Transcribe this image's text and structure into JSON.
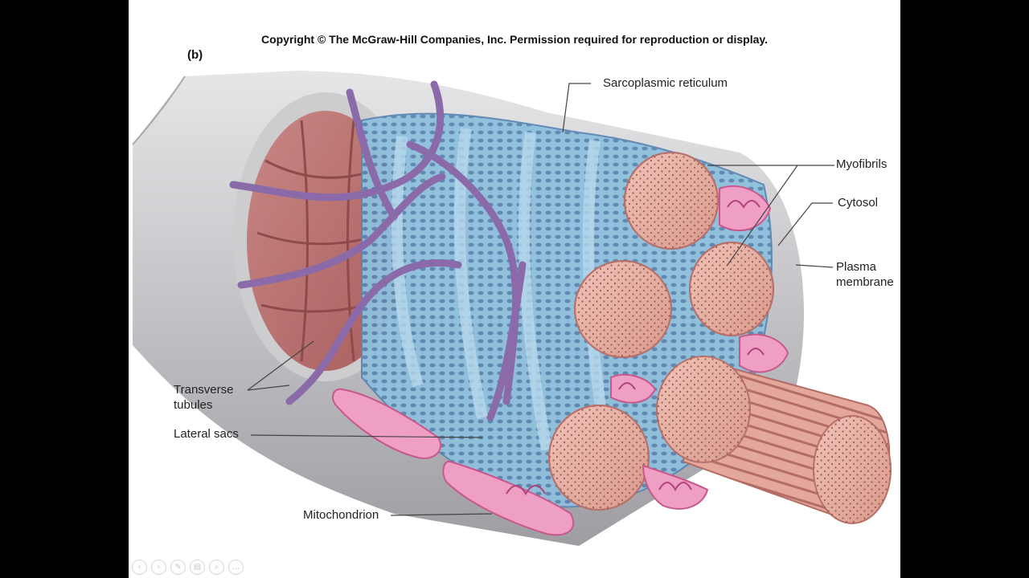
{
  "slide": {
    "copyright": "Copyright © The McGraw-Hill Companies, Inc. Permission required for reproduction or display.",
    "panel_letter": "(b)"
  },
  "labels": {
    "sarcoplasmic_reticulum": "Sarcoplasmic reticulum",
    "myofibrils": "Myofibrils",
    "cytosol": "Cytosol",
    "plasma_membrane_line1": "Plasma",
    "plasma_membrane_line2": "membrane",
    "transverse_tubules_line1": "Transverse",
    "transverse_tubules_line2": "tubules",
    "lateral_sacs": "Lateral sacs",
    "mitochondrion": "Mitochondrion"
  },
  "colors": {
    "membrane": "#c9c9cc",
    "myofibril": "#e9b3a6",
    "sarcoplasmic_reticulum": "#8fc0dd",
    "t_tubule": "#8a6aa8",
    "mitochondrion": "#ef9fc4",
    "cross_section": "#b86e6c"
  },
  "viewer_controls": [
    {
      "icon": "previous-icon",
      "glyph": "‹"
    },
    {
      "icon": "next-icon",
      "glyph": "›"
    },
    {
      "icon": "pen-icon",
      "glyph": "✎"
    },
    {
      "icon": "slides-icon",
      "glyph": "▤"
    },
    {
      "icon": "zoom-icon",
      "glyph": "⌕"
    },
    {
      "icon": "more-icon",
      "glyph": "…"
    }
  ]
}
